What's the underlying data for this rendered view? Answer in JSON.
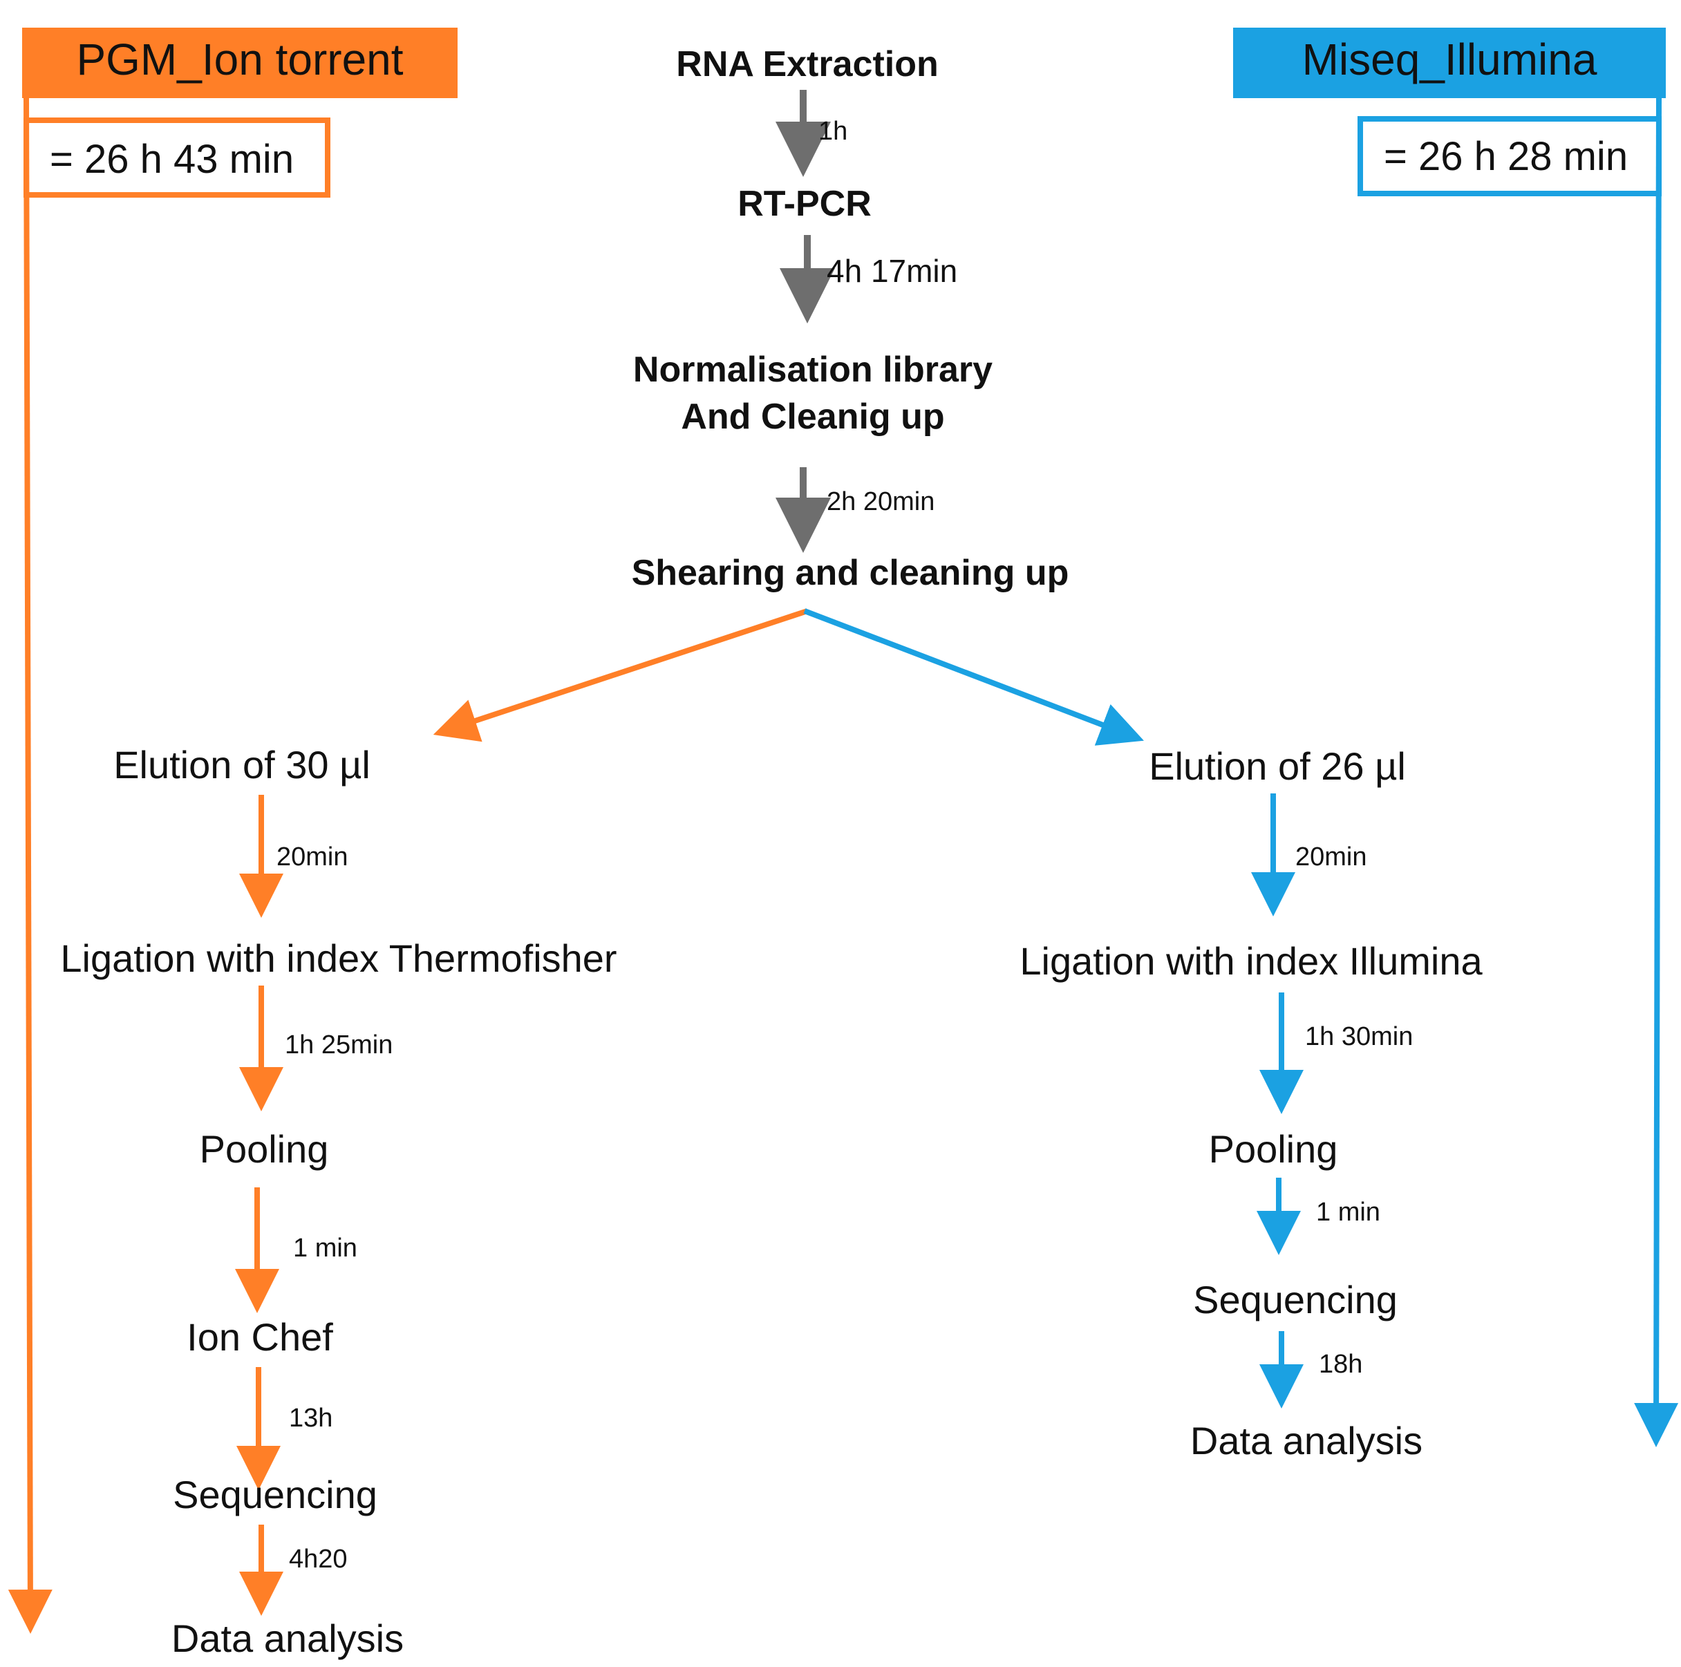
{
  "colors": {
    "pgm": "#FF7F27",
    "miseq": "#1BA1E2",
    "common": "#6E6E6E"
  },
  "pgm": {
    "header": "PGM_Ion torrent",
    "total": "= 26 h 43 min",
    "steps": [
      "Elution of 30 µl",
      "Ligation with index Thermofisher",
      "Pooling",
      "Ion Chef",
      "Sequencing",
      "Data analysis"
    ],
    "durations": [
      "20min",
      "1h 25min",
      "1 min",
      "13h",
      "4h20"
    ]
  },
  "miseq": {
    "header": "Miseq_Illumina",
    "total": "= 26 h 28 min",
    "steps": [
      "Elution of 26 µl",
      "Ligation with index Illumina",
      "Pooling",
      "Sequencing",
      "Data analysis"
    ],
    "durations": [
      "20min",
      "1h 30min",
      "1 min",
      "18h"
    ]
  },
  "common": {
    "steps": [
      "RNA Extraction",
      "RT-PCR",
      "Normalisation library",
      "And  Cleanig up",
      "Shearing and cleaning up"
    ],
    "durations": [
      "1h",
      "4h 17min",
      "2h 20min"
    ]
  }
}
